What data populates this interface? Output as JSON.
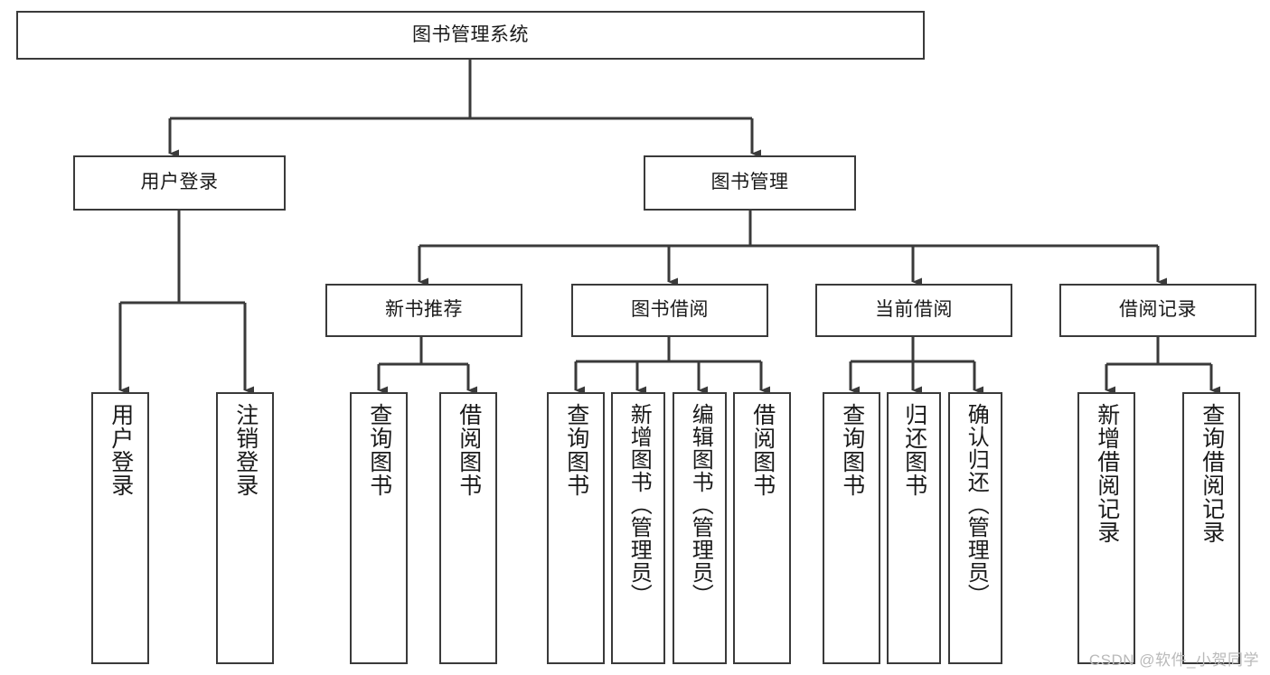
{
  "diagram": {
    "title": "图书管理系统",
    "type": "hierarchy-tree",
    "watermark": "CSDN @软件_小贺同学",
    "colors": {
      "background": "#ffffff",
      "box_border": "#3a3a3a",
      "box_fill": "#ffffff",
      "edge": "#3a3a3a",
      "text": "#1a1a1a",
      "watermark": "#b9b9b9"
    },
    "root": {
      "label": "图书管理系统"
    },
    "level1": [
      {
        "label": "用户登录"
      },
      {
        "label": "图书管理"
      }
    ],
    "level2": [
      {
        "label": "新书推荐"
      },
      {
        "label": "图书借阅"
      },
      {
        "label": "当前借阅"
      },
      {
        "label": "借阅记录"
      }
    ],
    "leaves": {
      "user_login": [
        {
          "label": "用户登录"
        },
        {
          "label": "注销登录"
        }
      ],
      "new_book_recommend": [
        {
          "label": "查询图书"
        },
        {
          "label": "借阅图书"
        }
      ],
      "book_borrow": [
        {
          "label": "查询图书"
        },
        {
          "label": "新增图书（管理员）"
        },
        {
          "label": "编辑图书（管理员）"
        },
        {
          "label": "借阅图书"
        }
      ],
      "current_borrow": [
        {
          "label": "查询图书"
        },
        {
          "label": "归还图书"
        },
        {
          "label": "确认归还（管理员）"
        }
      ],
      "borrow_record": [
        {
          "label": "新增借阅记录"
        },
        {
          "label": "查询借阅记录"
        }
      ]
    }
  }
}
